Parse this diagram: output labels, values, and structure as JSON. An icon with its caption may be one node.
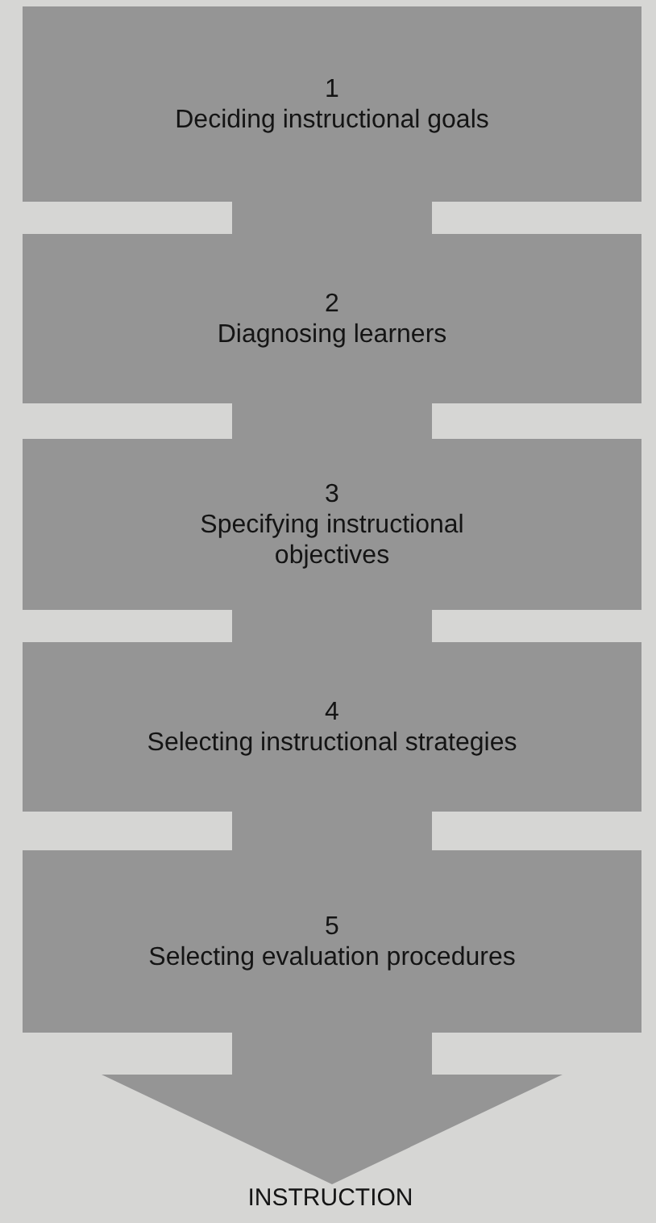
{
  "diagram": {
    "nodes": [
      {
        "text": [
          "1",
          "Deciding instructional goals"
        ]
      },
      {
        "text": [
          "2",
          "Diagnosing learners"
        ]
      },
      {
        "text": [
          "3",
          "Specifying instructional objectives"
        ]
      },
      {
        "text": [
          "4",
          "Selecting instructional strategies"
        ]
      },
      {
        "text": [
          "5",
          "Selecting evaluation procedures"
        ]
      },
      {
        "text": [
          "INSTRUCTION"
        ]
      }
    ],
    "edges": [
      {
        "from": 0,
        "to": 1,
        "arrow": "none"
      },
      {
        "from": 1,
        "to": 2,
        "arrow": "none"
      },
      {
        "from": 2,
        "to": 3,
        "arrow": "none"
      },
      {
        "from": 3,
        "to": 4,
        "arrow": "none"
      },
      {
        "from": 4,
        "to": 5,
        "arrow": "to"
      }
    ]
  }
}
